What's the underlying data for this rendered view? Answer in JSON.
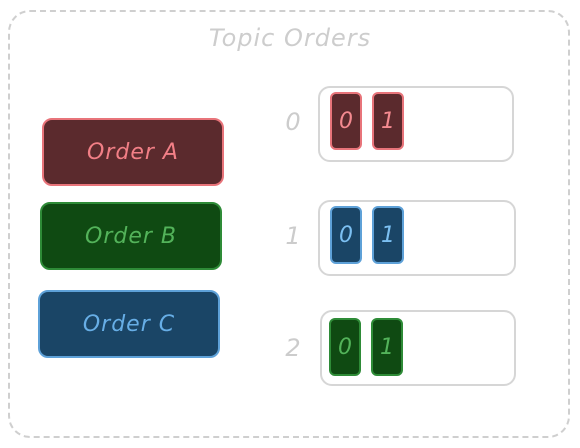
{
  "title": "Topic Orders",
  "orders": [
    {
      "label": "Order A",
      "fill": "#5b2a2d",
      "stroke": "#e8747a",
      "text": "#f27f86"
    },
    {
      "label": "Order B",
      "fill": "#0f4a12",
      "stroke": "#2e8b37",
      "text": "#53b35a"
    },
    {
      "label": "Order C",
      "fill": "#1a4566",
      "stroke": "#5ea1d8",
      "text": "#67aee6"
    }
  ],
  "partitions": [
    {
      "label": "0",
      "messages": [
        "0",
        "1"
      ],
      "fill": "#5b2a2d",
      "stroke": "#e8747a",
      "text": "#f48a90"
    },
    {
      "label": "1",
      "messages": [
        "0",
        "1"
      ],
      "fill": "#1a4566",
      "stroke": "#5ea1d8",
      "text": "#7cc0f2"
    },
    {
      "label": "2",
      "messages": [
        "0",
        "1"
      ],
      "fill": "#0f4a12",
      "stroke": "#2e8b37",
      "text": "#53b35a"
    }
  ]
}
